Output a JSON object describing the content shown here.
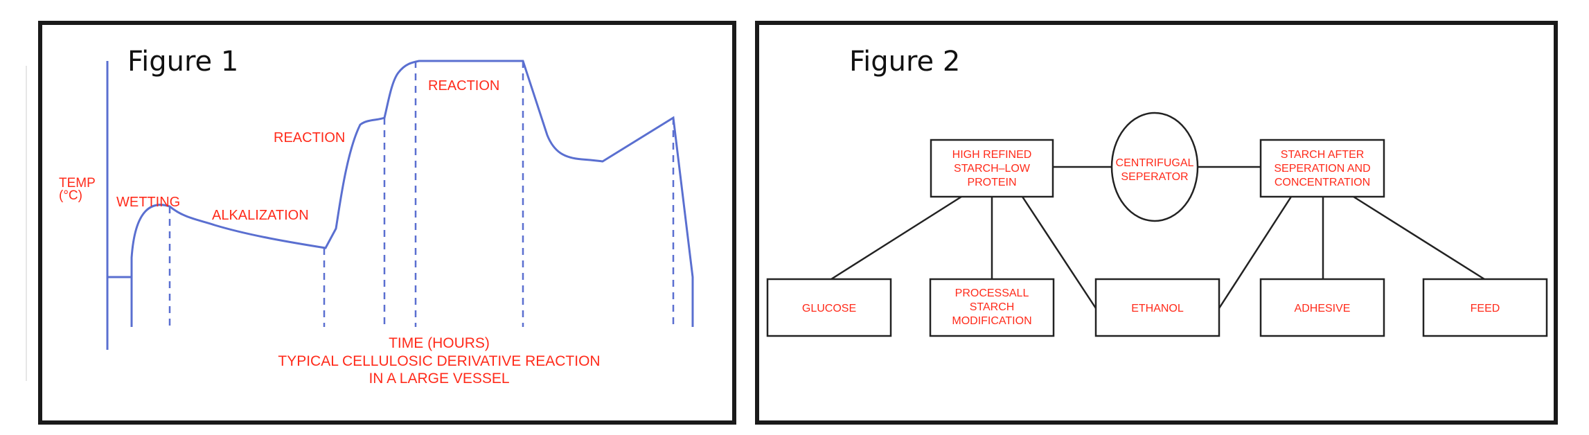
{
  "figure1": {
    "title": "Figure 1",
    "temp_label_1": "TEMP",
    "temp_label_2": "(°C)",
    "stage_wetting": "WETTING",
    "stage_alkalization": "ALKALIZATION",
    "stage_reaction_1": "REACTION",
    "stage_reaction_2": "REACTION",
    "caption_line1": "TIME (HOURS)",
    "caption_line2": "TYPICAL CELLULOSIC DERIVATIVE REACTION",
    "caption_line3": "IN A LARGE VESSEL"
  },
  "figure2": {
    "title": "Figure 2",
    "top_left": [
      "HIGH REFINED",
      "STARCH–LOW",
      "PROTEIN"
    ],
    "center": [
      "CENTRIFUGAL",
      "SEPERATOR"
    ],
    "top_right": [
      "STARCH AFTER",
      "SEPERATION AND",
      "CONCENTRATION"
    ],
    "glucose": "GLUCOSE",
    "processall": [
      "PROCESSALL",
      "STARCH",
      "MODIFICATION"
    ],
    "ethanol": "ETHANOL",
    "adhesive": "ADHESIVE",
    "feed": "FEED"
  },
  "colors": {
    "label_red": "#ff2a1a",
    "curve_blue": "#5a6fd0",
    "frame": "#1a1a1a"
  }
}
